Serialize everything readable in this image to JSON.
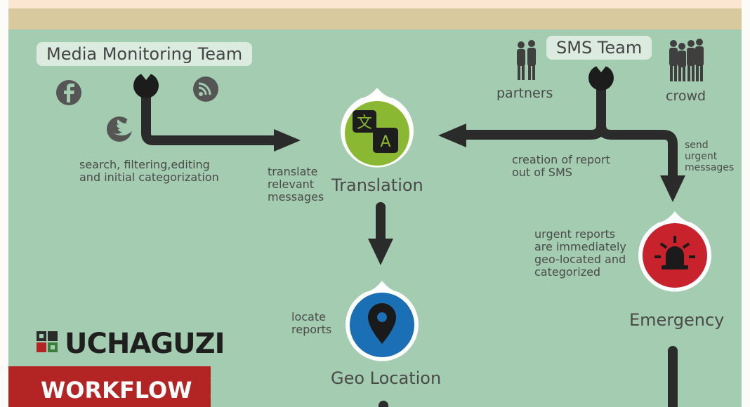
{
  "teams": {
    "media_monitoring": "Media Monitoring Team",
    "sms": "SMS Team"
  },
  "labels": {
    "partners": "partners",
    "crowd": "crowd",
    "search": [
      "search, filtering,editing",
      "and initial categorization"
    ],
    "translate": [
      "translate",
      "relevant",
      "messages"
    ],
    "creation": [
      "creation of report",
      "out of SMS"
    ],
    "send_urgent": [
      "send",
      "urgent",
      "messages"
    ],
    "urgent_reports": [
      "urgent reports",
      "are immediately",
      "geo-located and",
      "categorized"
    ],
    "locate": [
      "locate",
      "reports"
    ]
  },
  "nodes": {
    "translation": {
      "label": "Translation",
      "color": "#8ab832"
    },
    "geo_location": {
      "label": "Geo Location",
      "color": "#1a6fb5"
    },
    "emergency": {
      "label": "Emergency",
      "color": "#c8232c"
    }
  },
  "brand": {
    "logo_text": "UCHAGUZI",
    "banner_text": "WORKFLOW"
  },
  "colors": {
    "panel": "#a4ccb0",
    "path": "#2b2b2b",
    "bubble": "#dcebe0",
    "banner": "#b32525"
  },
  "icons": [
    "facebook-icon",
    "twitter-icon",
    "rss-icon",
    "translate-icon",
    "map-pin-icon",
    "siren-icon"
  ]
}
